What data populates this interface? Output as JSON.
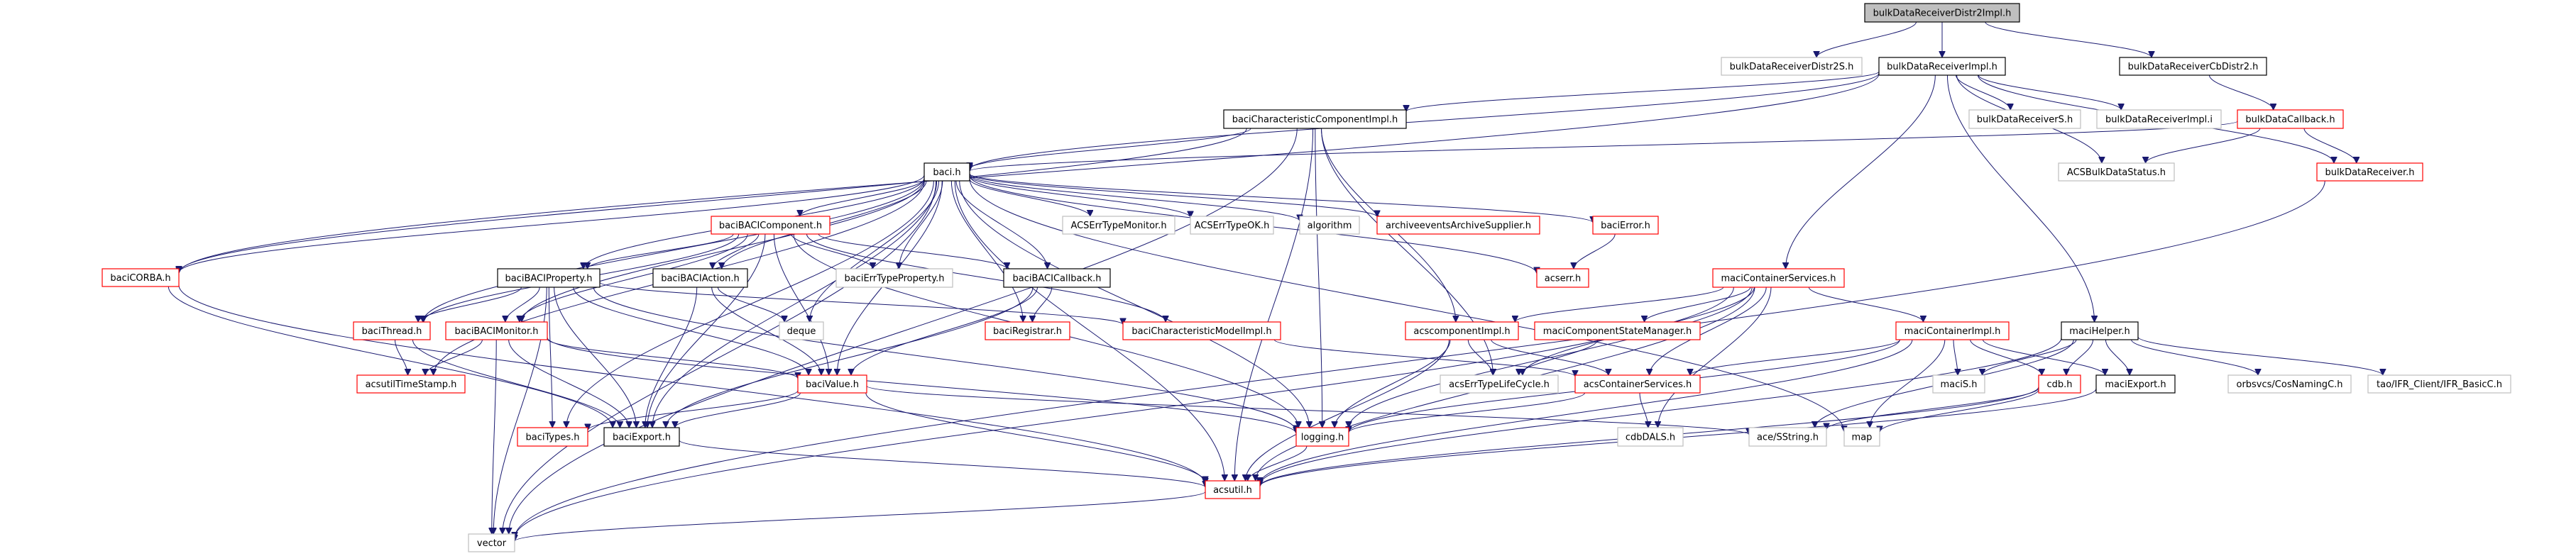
{
  "title": "bulkDataReceiverDistr2Impl.h include dependency graph",
  "colors": {
    "edge": "#191970",
    "root_fill": "#bfbfbf",
    "documented_border": "#000000",
    "undocumented_border": "#ff0000",
    "external_border": "#bfbfbf"
  },
  "nodes": [
    {
      "id": "root",
      "label": "bulkDataReceiverDistr2Impl.h",
      "kind": "root"
    },
    {
      "id": "bdrDistr2S",
      "label": "bulkDataReceiverDistr2S.h",
      "kind": "grey"
    },
    {
      "id": "bdrImpl",
      "label": "bulkDataReceiverImpl.h",
      "kind": "doc"
    },
    {
      "id": "bdrCbDistr2",
      "label": "bulkDataReceiverCbDistr2.h",
      "kind": "doc"
    },
    {
      "id": "bcci",
      "label": "baciCharacteristicComponentImpl.h",
      "kind": "doc"
    },
    {
      "id": "bdrS",
      "label": "bulkDataReceiverS.h",
      "kind": "grey"
    },
    {
      "id": "bdrImplI",
      "label": "bulkDataReceiverImpl.i",
      "kind": "grey"
    },
    {
      "id": "bdCallback",
      "label": "bulkDataCallback.h",
      "kind": "red"
    },
    {
      "id": "baci",
      "label": "baci.h",
      "kind": "doc"
    },
    {
      "id": "acsBDStatus",
      "label": "ACSBulkDataStatus.h",
      "kind": "grey"
    },
    {
      "id": "bdReceiver",
      "label": "bulkDataReceiver.h",
      "kind": "red"
    },
    {
      "id": "baciBACIComponent",
      "label": "baciBACIComponent.h",
      "kind": "red"
    },
    {
      "id": "errMonitor",
      "label": "ACSErrTypeMonitor.h",
      "kind": "grey"
    },
    {
      "id": "errOK",
      "label": "ACSErrTypeOK.h",
      "kind": "grey"
    },
    {
      "id": "algorithm",
      "label": "algorithm",
      "kind": "grey"
    },
    {
      "id": "archive",
      "label": "archiveeventsArchiveSupplier.h",
      "kind": "red"
    },
    {
      "id": "baciError",
      "label": "baciError.h",
      "kind": "red"
    },
    {
      "id": "baciCORBA",
      "label": "baciCORBA.h",
      "kind": "red"
    },
    {
      "id": "baciBACIProperty",
      "label": "baciBACIProperty.h",
      "kind": "doc"
    },
    {
      "id": "baciBACIAction",
      "label": "baciBACIAction.h",
      "kind": "doc"
    },
    {
      "id": "baciErrTypeProperty",
      "label": "baciErrTypeProperty.h",
      "kind": "grey"
    },
    {
      "id": "baciBACICallback",
      "label": "baciBACICallback.h",
      "kind": "doc"
    },
    {
      "id": "acserr",
      "label": "acserr.h",
      "kind": "red"
    },
    {
      "id": "maciContainerServices",
      "label": "maciContainerServices.h",
      "kind": "red"
    },
    {
      "id": "baciThread",
      "label": "baciThread.h",
      "kind": "red"
    },
    {
      "id": "baciBACIMonitor",
      "label": "baciBACIMonitor.h",
      "kind": "red"
    },
    {
      "id": "deque",
      "label": "deque",
      "kind": "grey"
    },
    {
      "id": "baciRegistrar",
      "label": "baciRegistrar.h",
      "kind": "red"
    },
    {
      "id": "baciCharModelImpl",
      "label": "baciCharacteristicModelImpl.h",
      "kind": "red"
    },
    {
      "id": "acscomponentImpl",
      "label": "acscomponentImpl.h",
      "kind": "red"
    },
    {
      "id": "maciCompStateMgr",
      "label": "maciComponentStateManager.h",
      "kind": "red"
    },
    {
      "id": "maciContainerImpl",
      "label": "maciContainerImpl.h",
      "kind": "red"
    },
    {
      "id": "maciHelper",
      "label": "maciHelper.h",
      "kind": "doc"
    },
    {
      "id": "acsutilTimeStamp",
      "label": "acsutilTimeStamp.h",
      "kind": "red"
    },
    {
      "id": "baciValue",
      "label": "baciValue.h",
      "kind": "red"
    },
    {
      "id": "acsErrTypeLifeCycle",
      "label": "acsErrTypeLifeCycle.h",
      "kind": "grey"
    },
    {
      "id": "acsContainerServices",
      "label": "acsContainerServices.h",
      "kind": "red"
    },
    {
      "id": "maciS",
      "label": "maciS.h",
      "kind": "grey"
    },
    {
      "id": "cdb",
      "label": "cdb.h",
      "kind": "red"
    },
    {
      "id": "maciExport",
      "label": "maciExport.h",
      "kind": "doc"
    },
    {
      "id": "cosNaming",
      "label": "orbsvcs/CosNamingC.h",
      "kind": "grey"
    },
    {
      "id": "ifrBasic",
      "label": "tao/IFR_Client/IFR_BasicC.h",
      "kind": "grey"
    },
    {
      "id": "baciTypes",
      "label": "baciTypes.h",
      "kind": "red"
    },
    {
      "id": "baciExport",
      "label": "baciExport.h",
      "kind": "doc"
    },
    {
      "id": "logging",
      "label": "logging.h",
      "kind": "red"
    },
    {
      "id": "cdbDALS",
      "label": "cdbDALS.h",
      "kind": "grey"
    },
    {
      "id": "aceSString",
      "label": "ace/SString.h",
      "kind": "grey"
    },
    {
      "id": "map",
      "label": "map",
      "kind": "grey"
    },
    {
      "id": "acsutil",
      "label": "acsutil.h",
      "kind": "red"
    },
    {
      "id": "vector",
      "label": "vector",
      "kind": "grey"
    }
  ],
  "edges": [
    [
      "root",
      "bdrDistr2S"
    ],
    [
      "root",
      "bdrImpl"
    ],
    [
      "root",
      "bdrCbDistr2"
    ],
    [
      "bdrImpl",
      "bcci"
    ],
    [
      "bdrImpl",
      "baci"
    ],
    [
      "bdrImpl",
      "bdrS"
    ],
    [
      "bdrImpl",
      "bdrImplI"
    ],
    [
      "bdrImpl",
      "acsBDStatus"
    ],
    [
      "bdrImpl",
      "bdReceiver"
    ],
    [
      "bdrImpl",
      "maciContainerServices"
    ],
    [
      "bdrImpl",
      "maciHelper"
    ],
    [
      "bdrImpl",
      "baciCORBA"
    ],
    [
      "bdrCbDistr2",
      "bdCallback"
    ],
    [
      "bdCallback",
      "acsBDStatus"
    ],
    [
      "bdCallback",
      "bdReceiver"
    ],
    [
      "bdCallback",
      "baci"
    ],
    [
      "bdReceiver",
      "vector"
    ],
    [
      "bcci",
      "baci"
    ],
    [
      "bcci",
      "acscomponentImpl"
    ],
    [
      "bcci",
      "logging"
    ],
    [
      "bcci",
      "vector"
    ],
    [
      "bcci",
      "acsutil"
    ],
    [
      "bcci",
      "baciCORBA"
    ],
    [
      "bcci",
      "acsErrTypeLifeCycle"
    ],
    [
      "baci",
      "baciBACIComponent"
    ],
    [
      "baci",
      "errMonitor"
    ],
    [
      "baci",
      "errOK"
    ],
    [
      "baci",
      "algorithm"
    ],
    [
      "baci",
      "archive"
    ],
    [
      "baci",
      "baciError"
    ],
    [
      "baci",
      "acserr"
    ],
    [
      "baci",
      "baciCORBA"
    ],
    [
      "baci",
      "baciBACIProperty"
    ],
    [
      "baci",
      "baciBACIAction"
    ],
    [
      "baci",
      "baciErrTypeProperty"
    ],
    [
      "baci",
      "baciBACICallback"
    ],
    [
      "baci",
      "baciThread"
    ],
    [
      "baci",
      "baciBACIMonitor"
    ],
    [
      "baci",
      "deque"
    ],
    [
      "baci",
      "baciRegistrar"
    ],
    [
      "baci",
      "baciValue"
    ],
    [
      "baci",
      "baciTypes"
    ],
    [
      "baci",
      "baciExport"
    ],
    [
      "baci",
      "logging"
    ],
    [
      "baci",
      "acsutil"
    ],
    [
      "baci",
      "vector"
    ],
    [
      "baci",
      "map"
    ],
    [
      "baci",
      "acsutilTimeStamp"
    ],
    [
      "baciError",
      "acserr"
    ],
    [
      "baciBACIComponent",
      "baciBACIProperty"
    ],
    [
      "baciBACIComponent",
      "baciBACIAction"
    ],
    [
      "baciBACIComponent",
      "baciErrTypeProperty"
    ],
    [
      "baciBACIComponent",
      "baciBACICallback"
    ],
    [
      "baciBACIComponent",
      "baciThread"
    ],
    [
      "baciBACIComponent",
      "baciBACIMonitor"
    ],
    [
      "baciBACIComponent",
      "baciValue"
    ],
    [
      "baciBACIComponent",
      "baciExport"
    ],
    [
      "baciBACIComponent",
      "baciCharModelImpl"
    ],
    [
      "baciBACIComponent",
      "logging"
    ],
    [
      "baciBACIProperty",
      "baciThread"
    ],
    [
      "baciBACIProperty",
      "baciBACIMonitor"
    ],
    [
      "baciBACIProperty",
      "baciValue"
    ],
    [
      "baciBACIProperty",
      "baciExport"
    ],
    [
      "baciBACIProperty",
      "baciCharModelImpl"
    ],
    [
      "baciBACIProperty",
      "logging"
    ],
    [
      "baciBACIProperty",
      "vector"
    ],
    [
      "baciBACIProperty",
      "baciTypes"
    ],
    [
      "baciBACIAction",
      "deque"
    ],
    [
      "baciBACIAction",
      "baciValue"
    ],
    [
      "baciBACIAction",
      "baciExport"
    ],
    [
      "baciBACICallback",
      "baciRegistrar"
    ],
    [
      "baciBACICallback",
      "baciValue"
    ],
    [
      "baciBACICallback",
      "baciExport"
    ],
    [
      "baciCORBA",
      "baciExport"
    ],
    [
      "baciCORBA",
      "acsutil"
    ],
    [
      "baciThread",
      "acsutilTimeStamp"
    ],
    [
      "baciThread",
      "baciExport"
    ],
    [
      "baciBACIMonitor",
      "acsutilTimeStamp"
    ],
    [
      "baciBACIMonitor",
      "baciValue"
    ],
    [
      "baciBACIMonitor",
      "baciExport"
    ],
    [
      "baciBACIMonitor",
      "vector"
    ],
    [
      "baciBACIMonitor",
      "logging"
    ],
    [
      "baciValue",
      "baciTypes"
    ],
    [
      "baciValue",
      "baciExport"
    ],
    [
      "baciValue",
      "aceSString"
    ],
    [
      "baciValue",
      "acsutil"
    ],
    [
      "baciCharModelImpl",
      "acsContainerServices"
    ],
    [
      "baciExport",
      "acsutil"
    ],
    [
      "logging",
      "acsutil"
    ],
    [
      "acsutil",
      "vector"
    ],
    [
      "maciContainerServices",
      "acscomponentImpl"
    ],
    [
      "maciContainerServices",
      "maciCompStateMgr"
    ],
    [
      "maciContainerServices",
      "maciContainerImpl"
    ],
    [
      "maciContainerServices",
      "acsContainerServices"
    ],
    [
      "maciContainerServices",
      "acsErrTypeLifeCycle"
    ],
    [
      "maciContainerServices",
      "cdbDALS"
    ],
    [
      "maciContainerServices",
      "logging"
    ],
    [
      "maciContainerServices",
      "acsutil"
    ],
    [
      "maciContainerServices",
      "vector"
    ],
    [
      "acscomponentImpl",
      "acsErrTypeLifeCycle"
    ],
    [
      "acscomponentImpl",
      "acsContainerServices"
    ],
    [
      "acscomponentImpl",
      "logging"
    ],
    [
      "acscomponentImpl",
      "acsutil"
    ],
    [
      "maciCompStateMgr",
      "acsErrTypeLifeCycle"
    ],
    [
      "maciContainerImpl",
      "acsContainerServices"
    ],
    [
      "maciContainerImpl",
      "maciS"
    ],
    [
      "maciContainerImpl",
      "cdb"
    ],
    [
      "maciContainerImpl",
      "maciExport"
    ],
    [
      "maciContainerImpl",
      "logging"
    ],
    [
      "maciContainerImpl",
      "map"
    ],
    [
      "maciContainerImpl",
      "acsutil"
    ],
    [
      "maciHelper",
      "maciS"
    ],
    [
      "maciHelper",
      "cdb"
    ],
    [
      "maciHelper",
      "maciExport"
    ],
    [
      "maciHelper",
      "cosNaming"
    ],
    [
      "maciHelper",
      "ifrBasic"
    ],
    [
      "maciHelper",
      "aceSString"
    ],
    [
      "maciHelper",
      "acsutil"
    ],
    [
      "acsContainerServices",
      "cdbDALS"
    ],
    [
      "acsContainerServices",
      "logging"
    ],
    [
      "cdb",
      "aceSString"
    ],
    [
      "cdb",
      "map"
    ],
    [
      "cdb",
      "acsutil"
    ],
    [
      "maciExport",
      "acsutil"
    ]
  ]
}
